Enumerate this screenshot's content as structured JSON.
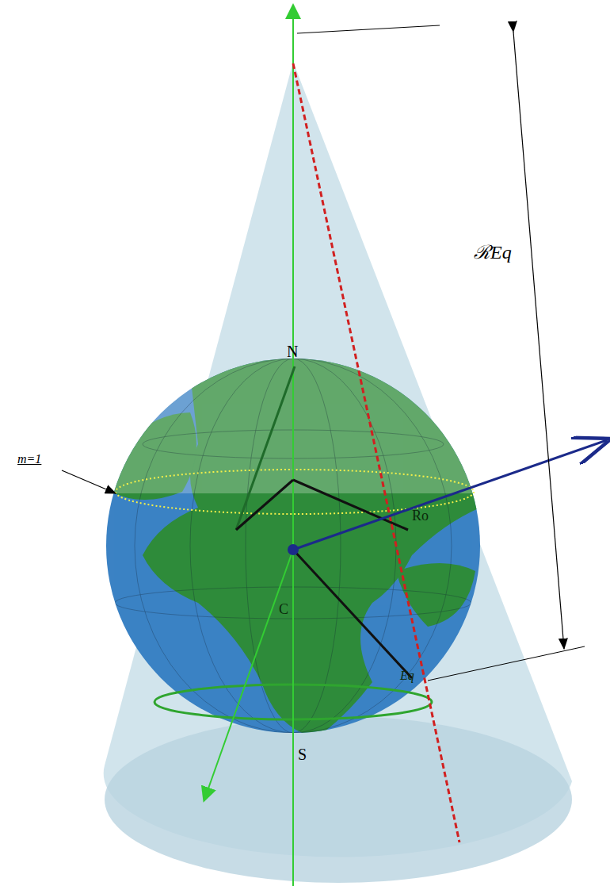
{
  "diagram": {
    "labels": [
      "ℛEq",
      "N",
      "m=1",
      "Ro",
      "C",
      "Eq",
      "S"
    ]
  }
}
